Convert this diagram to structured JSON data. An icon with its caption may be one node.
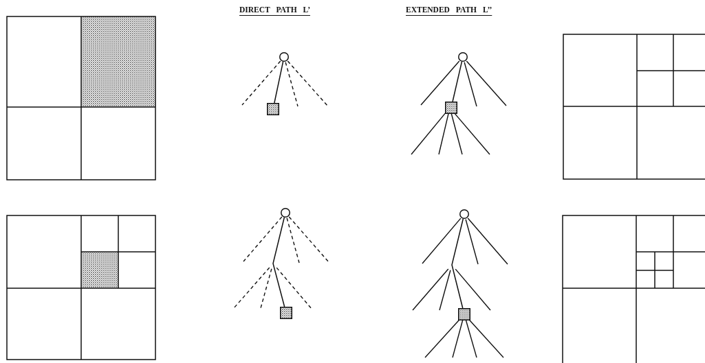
{
  "diagram": {
    "nodes": [
      {
        "text": [],
        "shape": "circle"
      },
      {
        "text": [],
        "shape": "box"
      },
      {
        "text": [],
        "shape": "circle"
      },
      {
        "text": [],
        "shape": "box"
      },
      {
        "text": [],
        "shape": "circle"
      },
      {
        "text": [],
        "shape": "box"
      },
      {
        "text": [],
        "shape": "circle"
      },
      {
        "text": [],
        "shape": "box"
      }
    ],
    "edges": [
      {
        "from": 0,
        "to": 1,
        "arrow": "none"
      },
      {
        "from": 2,
        "to": 3,
        "arrow": "none"
      },
      {
        "from": 4,
        "to": 5,
        "arrow": "none"
      },
      {
        "from": 6,
        "to": 7,
        "arrow": "none"
      }
    ],
    "labels": [
      "DIRECT PATH L’",
      "EXTENDED PATH L’’"
    ]
  }
}
